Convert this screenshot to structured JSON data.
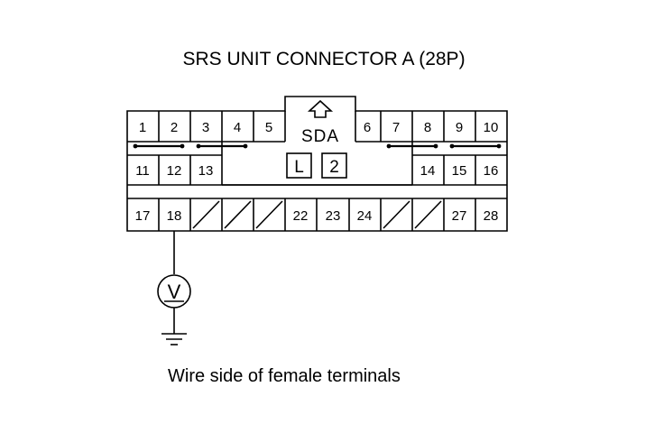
{
  "title": "SRS UNIT CONNECTOR A (28P)",
  "caption": "Wire side of female terminals",
  "connector": {
    "center_label": "SDA",
    "box_left_label": "L",
    "box_right_label": "2",
    "row1_pins": [
      "1",
      "2",
      "3",
      "4",
      "5",
      "6",
      "7",
      "8",
      "9",
      "10"
    ],
    "row2_pins": [
      "11",
      "12",
      "13",
      "14",
      "15",
      "16"
    ],
    "row3_pins": [
      "17",
      "18",
      "22",
      "23",
      "24",
      "27",
      "28"
    ],
    "empty_cavities_row3": 5
  },
  "meter": {
    "symbol": "V",
    "probe_pin": "18",
    "to": "ground"
  },
  "icons": {
    "arrow": "up-arrow-icon",
    "meter": "voltmeter-icon",
    "ground": "ground-icon"
  }
}
